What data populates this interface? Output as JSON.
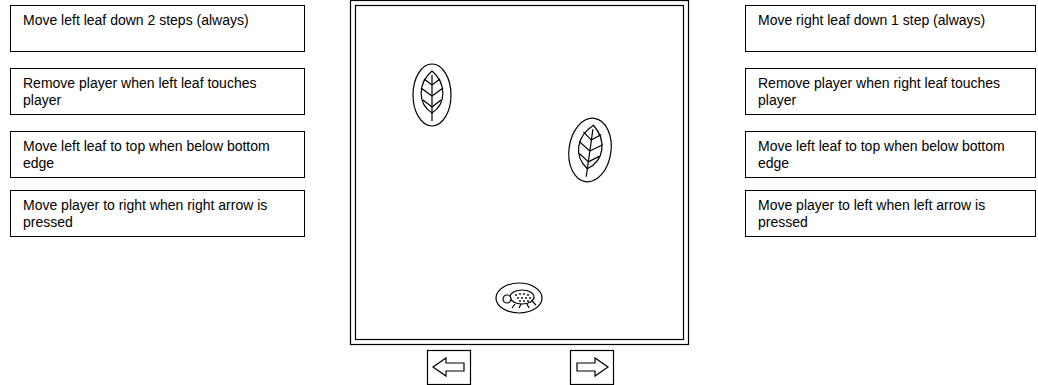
{
  "diagram": {
    "nodes": [
      {
        "text": [
          "Move left leaf down 2 steps (always)"
        ]
      },
      {
        "text": [
          "Remove player when left leaf touches player"
        ]
      },
      {
        "text": [
          "Move left leaf to top when below bottom edge"
        ]
      },
      {
        "text": [
          "Move player to right when right arrow is pressed"
        ]
      },
      {
        "text": [
          "Move right leaf down 1 step (always)"
        ]
      },
      {
        "text": [
          "Remove player when right leaf touches player"
        ]
      },
      {
        "text": [
          "Move left leaf to top when below bottom edge"
        ]
      },
      {
        "text": [
          "Move player to left when left arrow is pressed"
        ]
      }
    ]
  }
}
